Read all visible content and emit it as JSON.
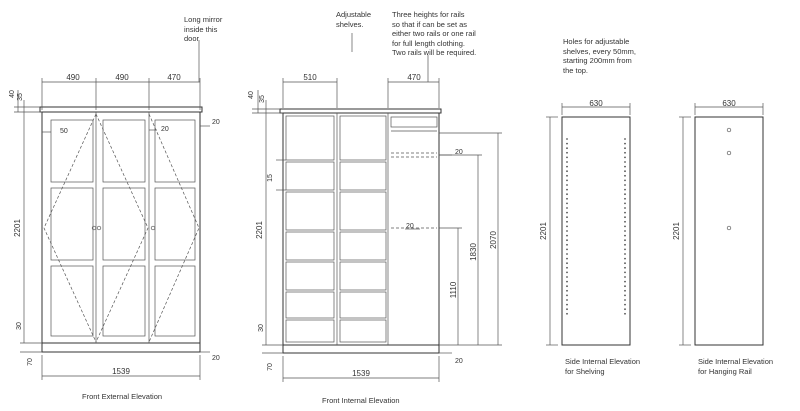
{
  "notes": {
    "mirror": "Long mirror\ninside this\ndoor",
    "adjustable": "Adjustable\nshelves.",
    "rails": "Three heights for rails\nso that if can be set as\neither two rails or one rail\nfor full length clothing.\nTwo rails will be required.",
    "holes": "Holes for adjustable\nshelves, every 50mm,\nstarting 200mm from\nthe top."
  },
  "captions": {
    "front_external": "Front External Elevation",
    "front_internal": "Front Internal Elevation",
    "side_shelving": "Side Internal Elevation\nfor Shelving",
    "side_rail": "Side Internal Elevation\nfor Hanging Rail"
  },
  "dims": {
    "w490a": "490",
    "w490b": "490",
    "w470": "470",
    "h40": "40",
    "h35": "35",
    "d50": "50",
    "d20": "20",
    "h2201": "2201",
    "h30": "30",
    "h70": "70",
    "w1539": "1539",
    "w510": "510",
    "h15": "15",
    "h1110": "1110",
    "h1830": "1830",
    "h2070": "2070",
    "w630": "630"
  }
}
